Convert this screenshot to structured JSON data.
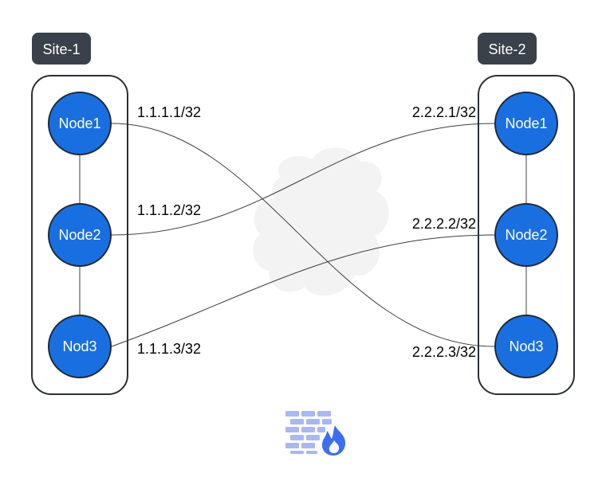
{
  "colors": {
    "site_tag": "#3a414a",
    "node_fill": "#1a6fe0",
    "node_stroke": "#1e2a3a",
    "group_stroke": "#2b2f36",
    "link_stroke": "#3d3d3d",
    "cloud_fill": "#f3f3f3",
    "firewall_bricks": "#aab8f0",
    "firewall_flame": "#3f6df2"
  },
  "sites": [
    {
      "label": "Site-1",
      "nodes": [
        "Node1",
        "Node2",
        "Nod3"
      ],
      "addresses": [
        "1.1.1.1/32",
        "1.1.1.2/32",
        "1.1.1.3/32"
      ]
    },
    {
      "label": "Site-2",
      "nodes": [
        "Node1",
        "Node2",
        "Nod3"
      ],
      "addresses": [
        "2.2.2.1/32",
        "2.2.2.2/32",
        "2.2.2.3/32"
      ]
    }
  ],
  "links": [
    {
      "from": "Site-1 Node1",
      "to": "Site-2 Nod3"
    },
    {
      "from": "Site-1 Node2",
      "to": "Site-2 Node1"
    },
    {
      "from": "Site-1 Nod3",
      "to": "Site-2 Node2"
    }
  ],
  "icons": {
    "cloud": "cloud-icon",
    "firewall": "firewall-icon"
  }
}
